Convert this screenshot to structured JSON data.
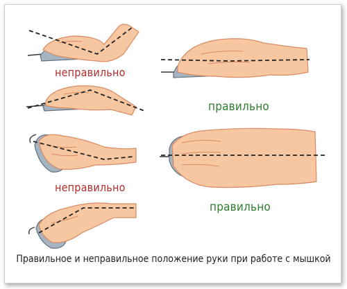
{
  "labels": {
    "wrong_1": "неправильно",
    "right_1": "правильно",
    "wrong_2": "неправильно",
    "right_2": "правильно"
  },
  "caption": "Правильное и неправильное положение руки при работе с мышкой",
  "colors": {
    "skin": "#f6c7a1",
    "skin_shade": "#e7a57c",
    "mouse_body": "#a5b4c0",
    "mouse_dark": "#6f7f8c",
    "wrong": "#b52b2b",
    "right": "#2f7d2f"
  }
}
